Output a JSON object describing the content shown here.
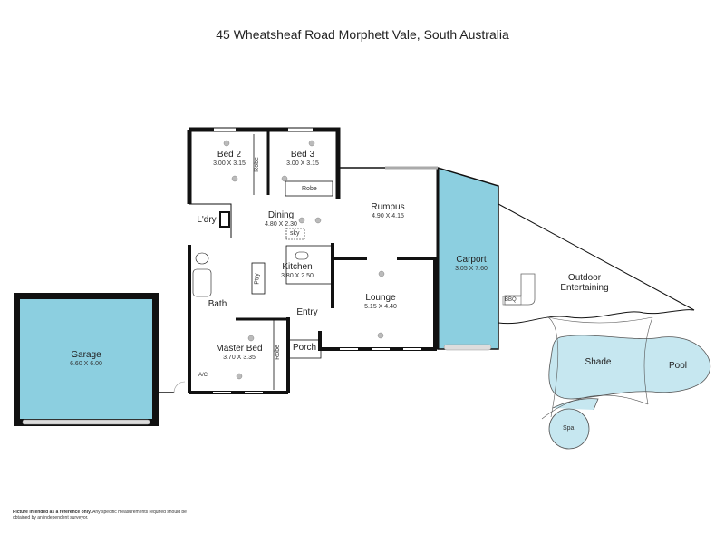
{
  "title": "45 Wheatsheaf Road Morphett Vale, South Australia",
  "colors": {
    "fill_blue": "#8ccfe0",
    "pool_blue": "#c6e7f0",
    "wall": "#111111"
  },
  "rooms": {
    "bed2": {
      "name": "Bed 2",
      "dims": "3.00 X 3.15"
    },
    "bed3": {
      "name": "Bed 3",
      "dims": "3.00 X 3.15"
    },
    "robe1": {
      "name": "Robe"
    },
    "robe2": {
      "name": "Robe"
    },
    "robe3": {
      "name": "Robe"
    },
    "laundry": {
      "name": "L'dry"
    },
    "dining": {
      "name": "Dining",
      "dims": "4.80 X 2.30"
    },
    "sky": {
      "name": "sky"
    },
    "rumpus": {
      "name": "Rumpus",
      "dims": "4.90 X 4.15"
    },
    "kitchen": {
      "name": "Kitchen",
      "dims": "3.80 X 2.50"
    },
    "pantry": {
      "name": "Ptry"
    },
    "bath": {
      "name": "Bath"
    },
    "entry": {
      "name": "Entry"
    },
    "porch": {
      "name": "Porch"
    },
    "lounge": {
      "name": "Lounge",
      "dims": "5.15 X 4.40"
    },
    "master": {
      "name": "Master Bed",
      "dims": "3.70 X 3.35"
    },
    "ac": {
      "name": "A/C"
    },
    "carport": {
      "name": "Carport",
      "dims": "3.05 X 7.60"
    },
    "garage": {
      "name": "Garage",
      "dims": "6.60 X 6.00"
    },
    "outdoor": {
      "name": "Outdoor Entertaining"
    },
    "bbq": {
      "name": "BBQ"
    },
    "shade": {
      "name": "Shade"
    },
    "pool": {
      "name": "Pool"
    },
    "spa": {
      "name": "Spa"
    }
  },
  "disclaimer": {
    "bold": "Picture intended as a reference only.",
    "rest": "Any specific measurements required should be obtained by an independent surveyor."
  }
}
